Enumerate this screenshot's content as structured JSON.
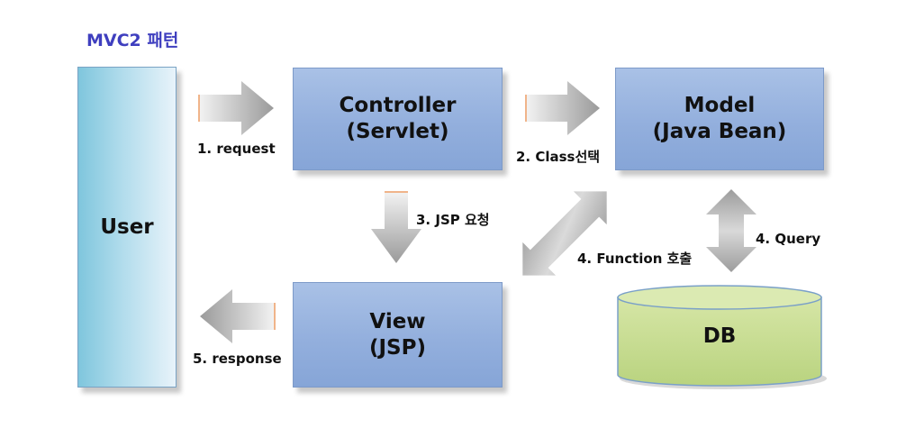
{
  "title": "MVC2 패턴",
  "boxes": {
    "user": "User",
    "controller_line1": "Controller",
    "controller_line2": "(Servlet)",
    "model_line1": "Model",
    "model_line2": "(Java Bean)",
    "view_line1": "View",
    "view_line2": "(JSP)",
    "db": "DB"
  },
  "edges": {
    "request": "1. request",
    "class_select": "2. Class선택",
    "jsp_request": "3. JSP 요청",
    "function_call": "4. Function 호출",
    "query": "4. Query",
    "response": "5. response"
  }
}
